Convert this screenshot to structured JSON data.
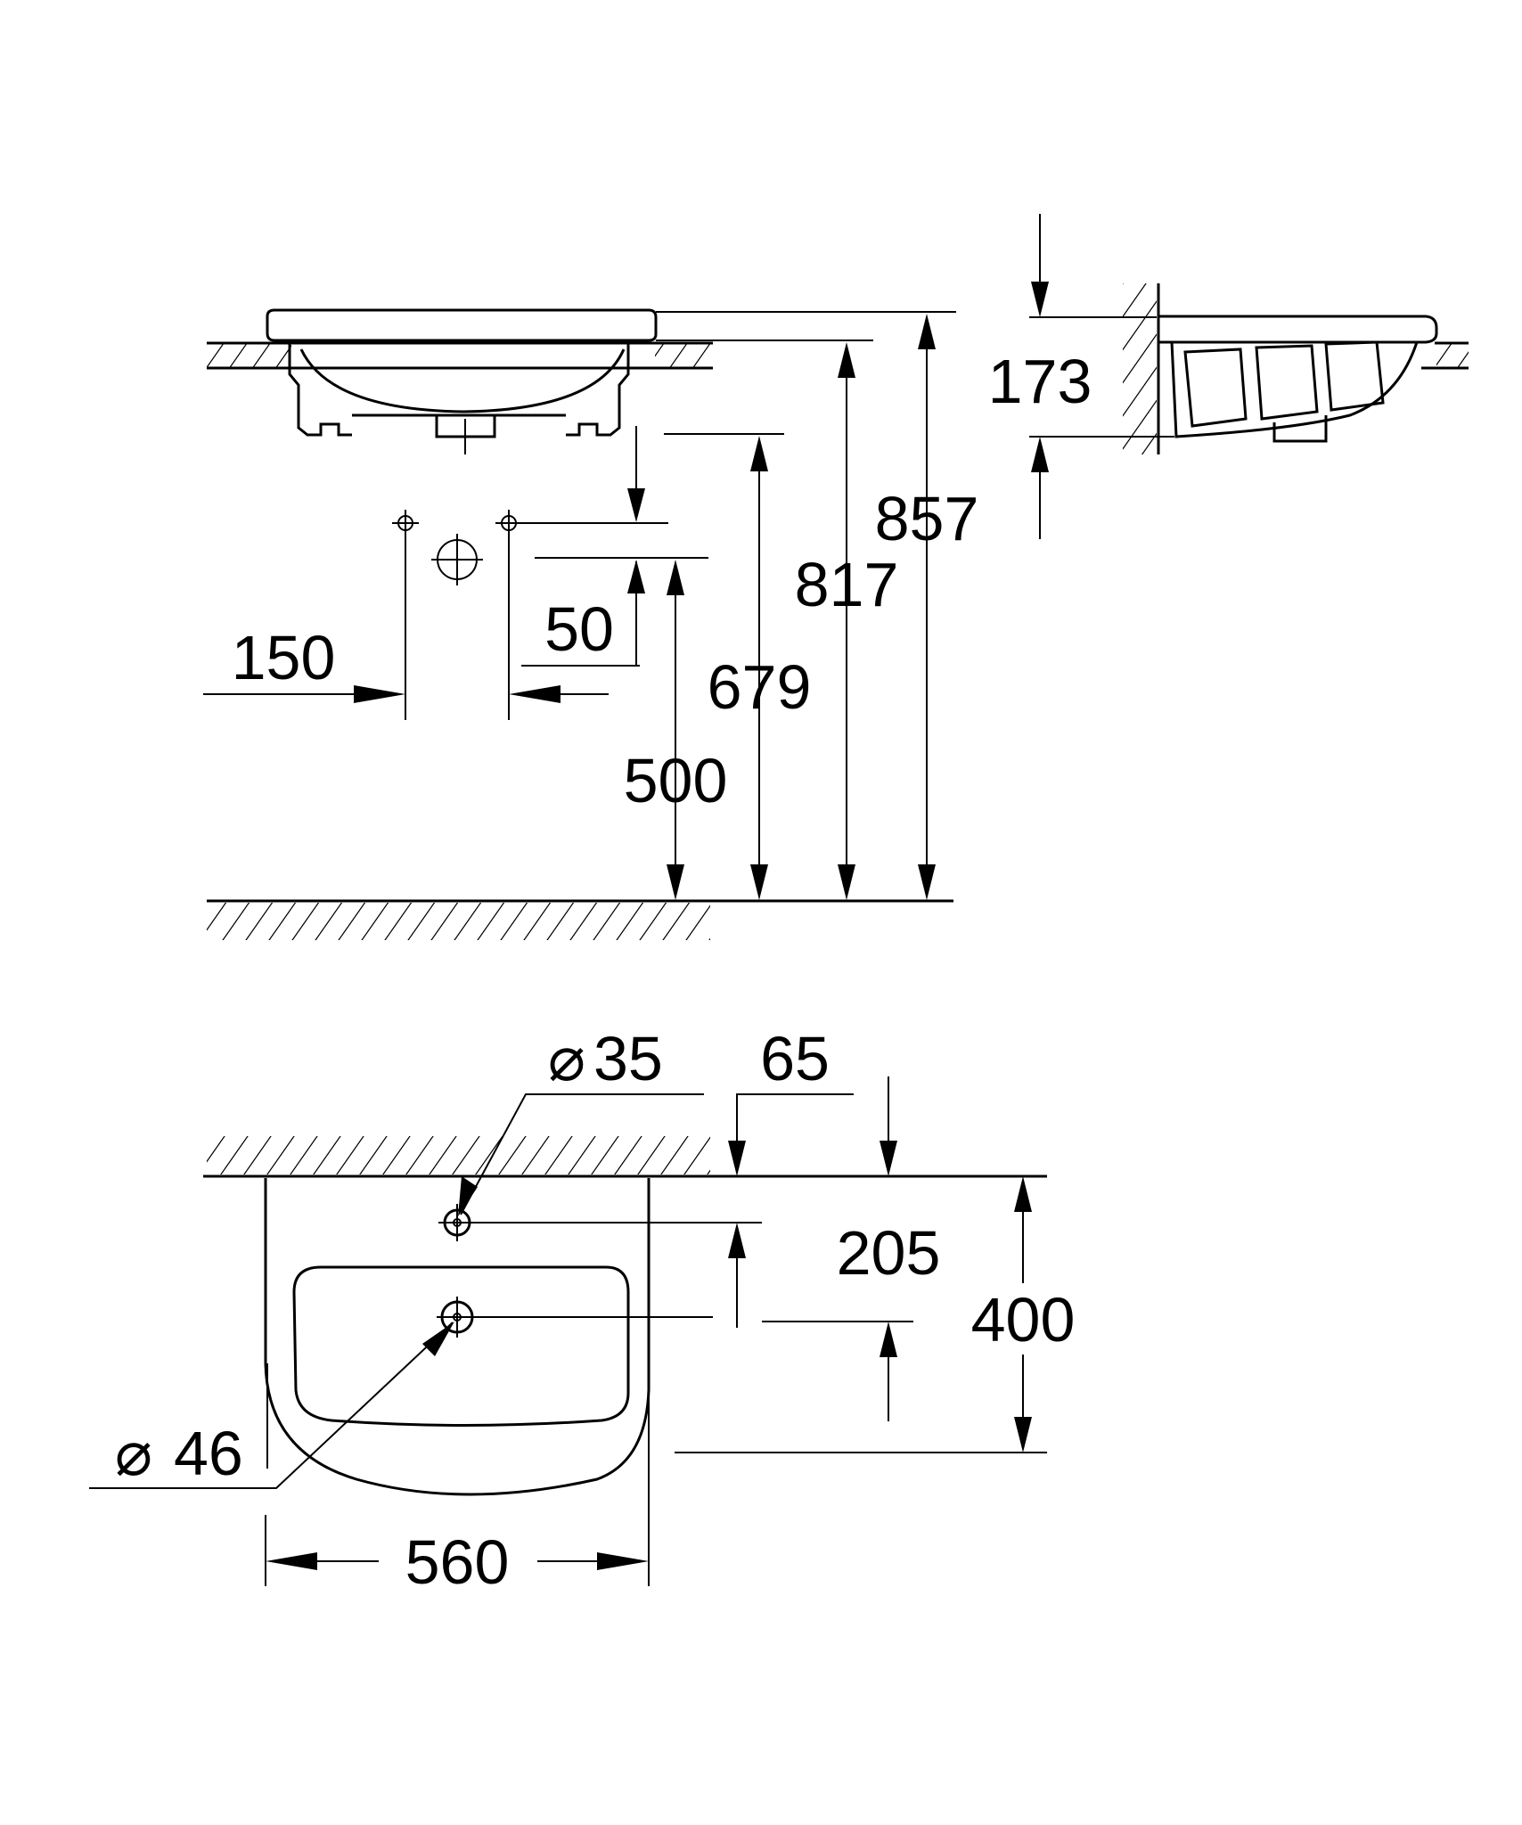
{
  "dimensions": {
    "d857": "857",
    "d817": "817",
    "d679": "679",
    "d500": "500",
    "d173": "173",
    "d150": "150",
    "d50": "50",
    "d35": "35",
    "d65": "65",
    "d205": "205",
    "d400": "400",
    "d46": "46",
    "d560": "560"
  },
  "symbols": {
    "diameter": "⌀"
  },
  "colors": {
    "line": "#000000",
    "background": "#ffffff"
  }
}
